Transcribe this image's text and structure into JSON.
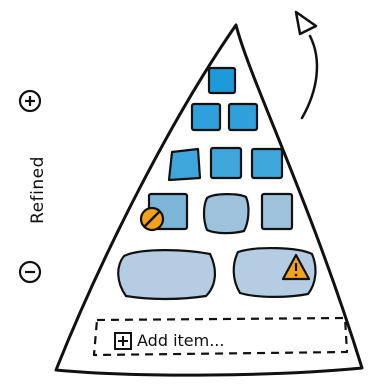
{
  "axis": {
    "label": "Refined",
    "increase_icon": "plus-circle-icon",
    "decrease_icon": "minus-circle-icon"
  },
  "pyramid": {
    "rows": [
      {
        "tier": 1,
        "items": 1
      },
      {
        "tier": 2,
        "items": 2
      },
      {
        "tier": 3,
        "items": 3
      },
      {
        "tier": 4,
        "items": 3
      },
      {
        "tier": 5,
        "items": 2
      }
    ],
    "badges": [
      "blocked-icon",
      "warning-icon"
    ]
  },
  "add_item": {
    "label": "Add item...",
    "icon": "add-square-icon"
  },
  "arrow": {
    "icon": "curved-arrow-up-icon"
  },
  "colors": {
    "outline": "#111111",
    "top_blue": "#1f9ad8",
    "mid_blue": "#3fa6dc",
    "light_blue": "#7db5d8",
    "pale_blue": "#b4cde2",
    "blocked_orange": "#f4a11c",
    "warning_orange": "#f4a11c"
  }
}
